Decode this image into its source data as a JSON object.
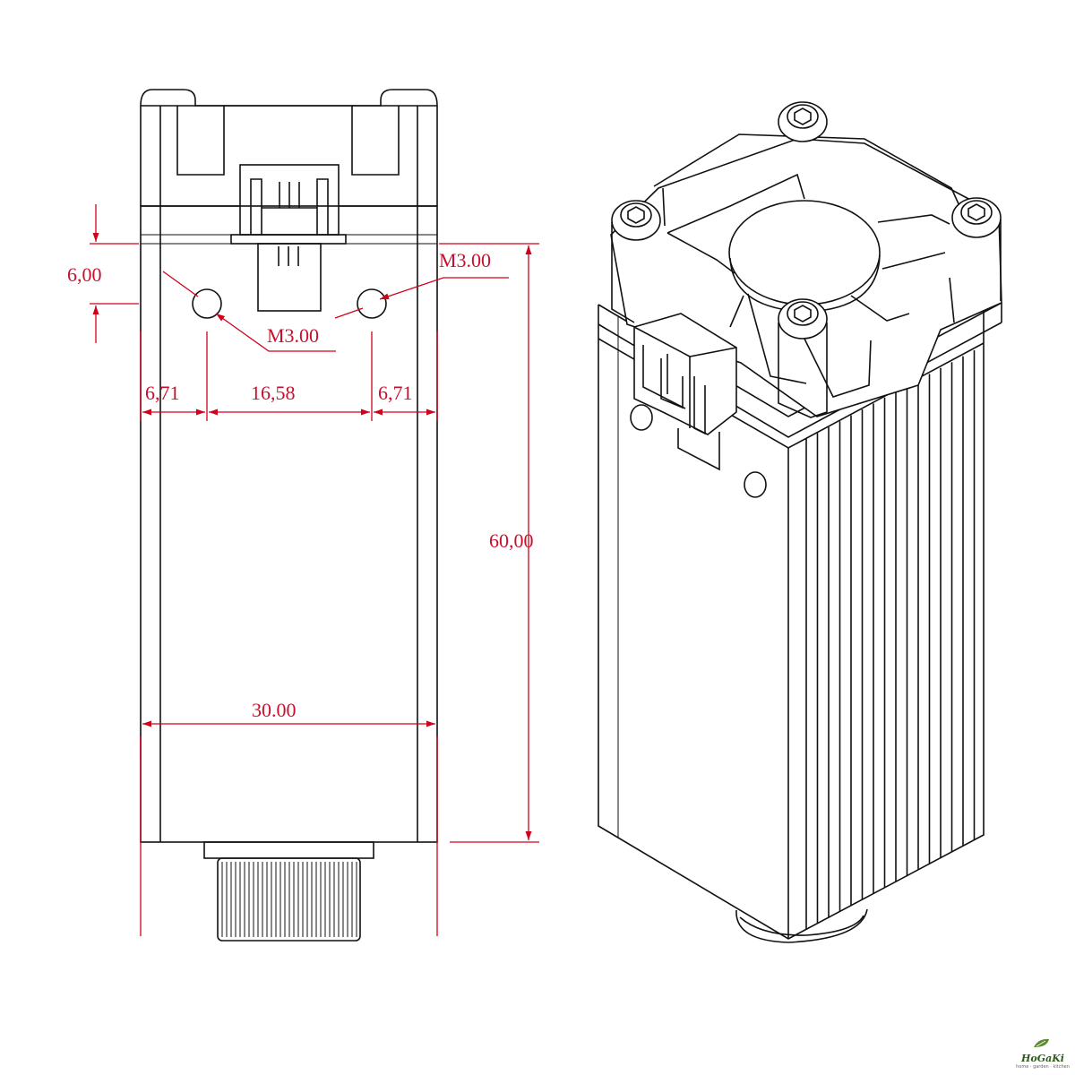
{
  "dimensions": {
    "offset_top": "6,00",
    "thread_right": "M3.00",
    "thread_left": "M3.00",
    "offset_left": "6,71",
    "hole_spacing": "16,58",
    "offset_right": "6,71",
    "body_height": "60,00",
    "body_width": "30.00"
  },
  "logo": {
    "name": "HoGaKi",
    "tagline": "home · garden · kitchen"
  },
  "colors": {
    "dimension": "#d0021b",
    "outline": "#111111",
    "logo_green": "#2e5a1c"
  }
}
